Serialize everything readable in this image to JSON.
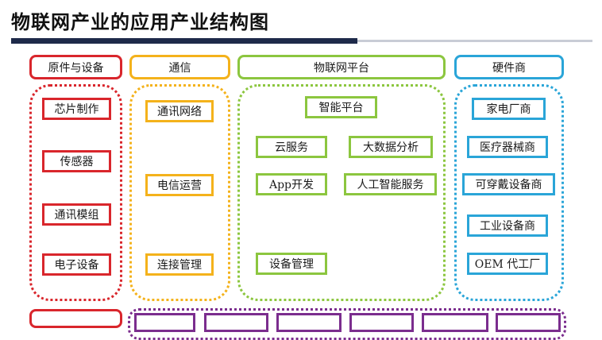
{
  "title": "物联网产业的应用产业结构图",
  "columns": {
    "materials": {
      "header": "原件与设备",
      "items": [
        "芯片制作",
        "传感器",
        "通讯模组",
        "电子设备"
      ]
    },
    "comms": {
      "header": "通信",
      "items": [
        "通讯网络",
        "电信运营",
        "连接管理"
      ]
    },
    "platform": {
      "header": "物联网平台",
      "top": "智能平台",
      "items": [
        "云服务",
        "大数据分析",
        "App开发",
        "人工智能服务",
        "设备管理"
      ]
    },
    "hardware": {
      "header": "硬件商",
      "items": [
        "家电厂商",
        "医疗器械商",
        "可穿戴设备商",
        "工业设备商",
        "OEM 代工厂"
      ]
    }
  },
  "colors": {
    "red": "#d9262c",
    "orange": "#f4b21b",
    "green": "#8cc63f",
    "blue": "#2aa5d8",
    "purple": "#7b2d8e",
    "title_rule": "#1e2a4a"
  }
}
